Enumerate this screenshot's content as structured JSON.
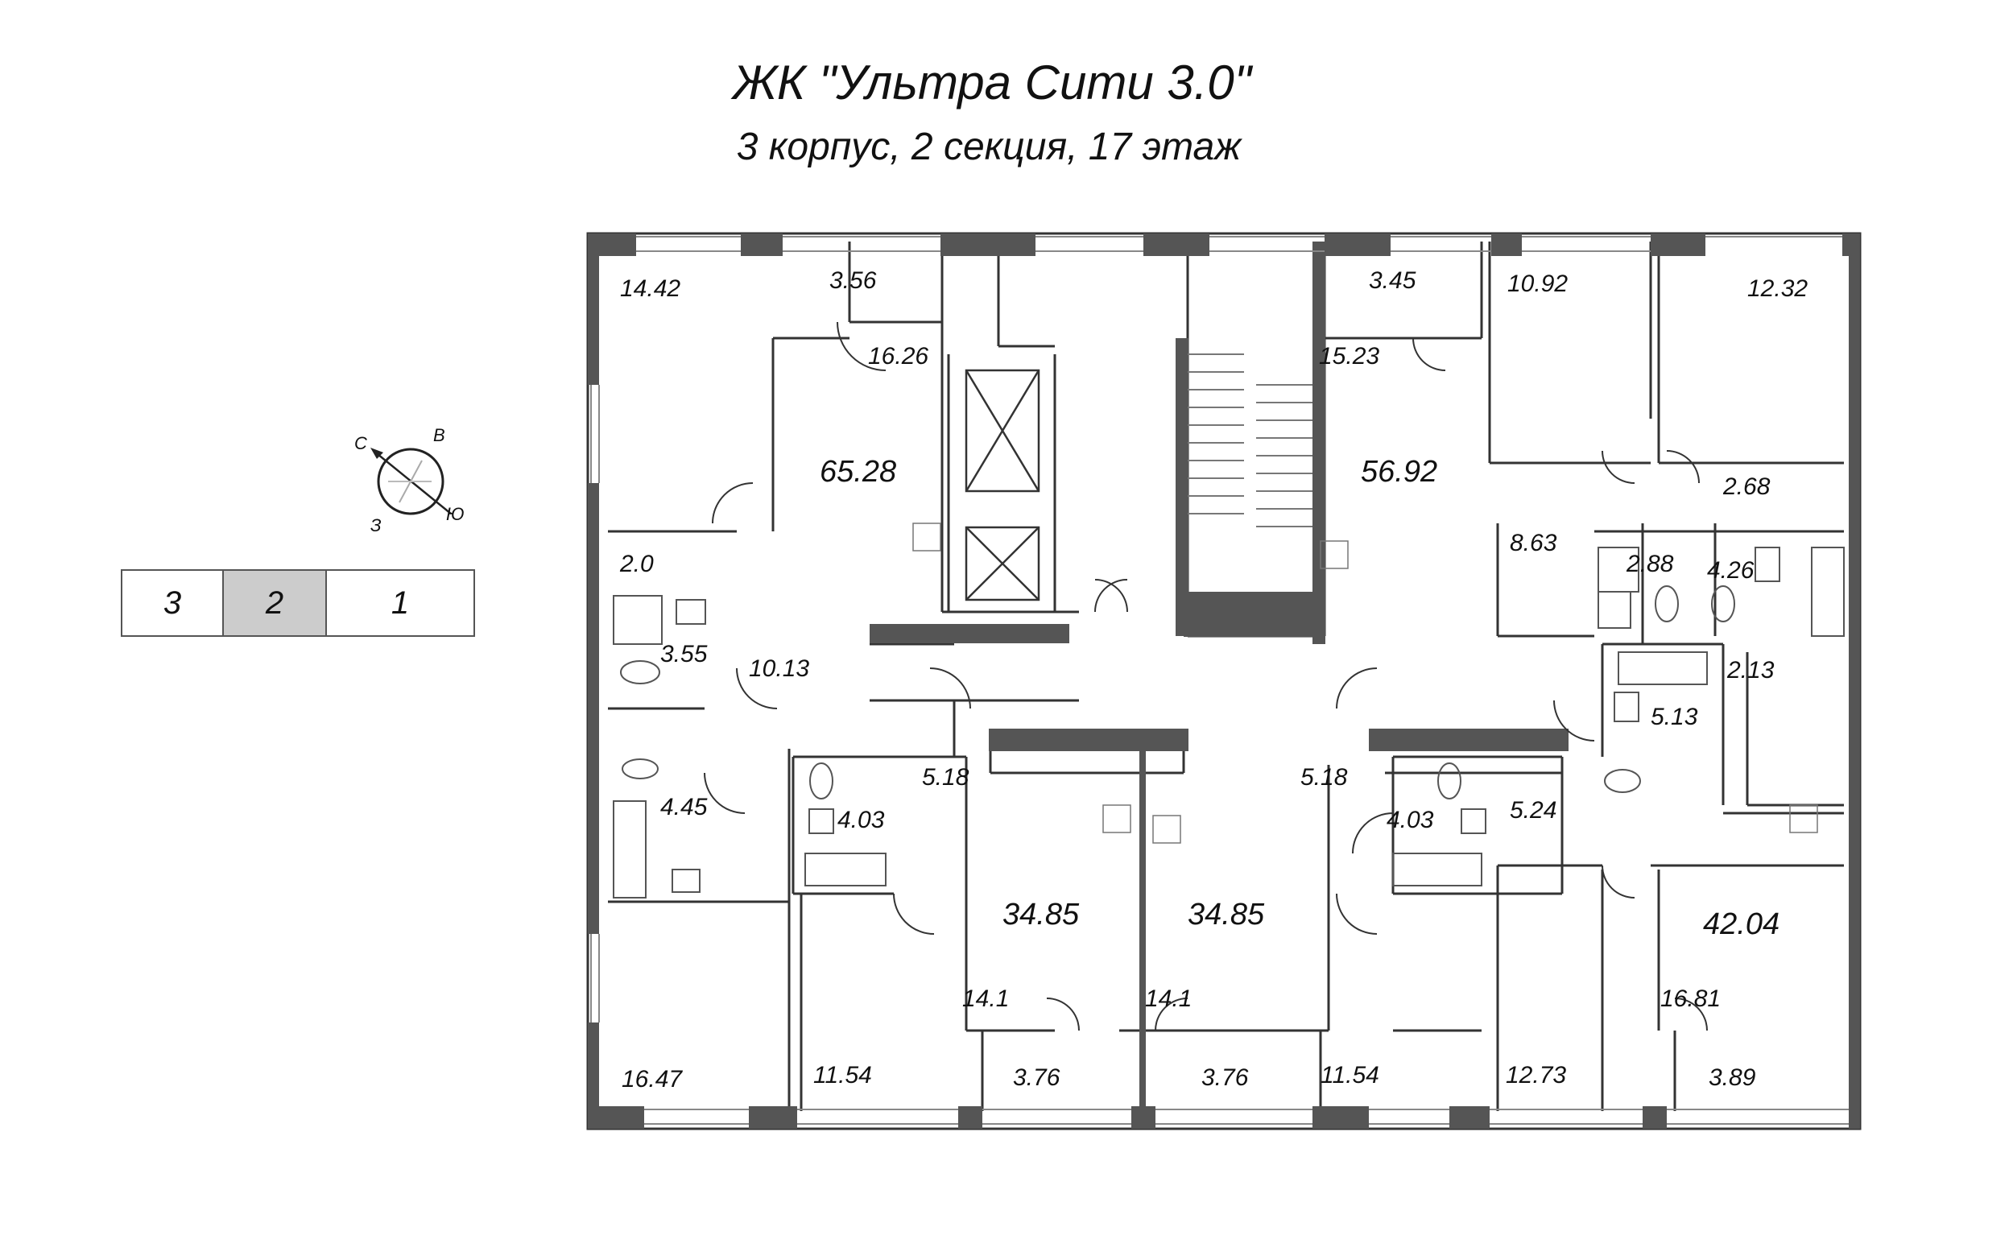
{
  "header": {
    "complex": "ЖК \"Ультра Сити 3.0\"",
    "location": "3 корпус, 2 секция, 17 этаж"
  },
  "compass": {
    "n": "С",
    "e": "В",
    "s": "Ю",
    "w": "З"
  },
  "sections": [
    {
      "label": "3",
      "active": false
    },
    {
      "label": "2",
      "active": true
    },
    {
      "label": "1",
      "active": false
    }
  ],
  "colors": {
    "wall": "#555555",
    "line": "#222222",
    "active_section": "#cccccc"
  },
  "apartments": [
    "65.28",
    "56.92",
    "34.85",
    "34.85",
    "42.04"
  ],
  "rooms": [
    "14.42",
    "3.56",
    "16.26",
    "3.45",
    "15.23",
    "10.92",
    "12.32",
    "2.68",
    "8.63",
    "2.88",
    "4.26",
    "2.0",
    "3.55",
    "10.13",
    "2.13",
    "5.13",
    "4.45",
    "5.18",
    "4.03",
    "5.18",
    "4.03",
    "5.24",
    "14.1",
    "14.1",
    "16.81",
    "16.47",
    "11.54",
    "3.76",
    "3.76",
    "11.54",
    "12.73",
    "3.89"
  ]
}
